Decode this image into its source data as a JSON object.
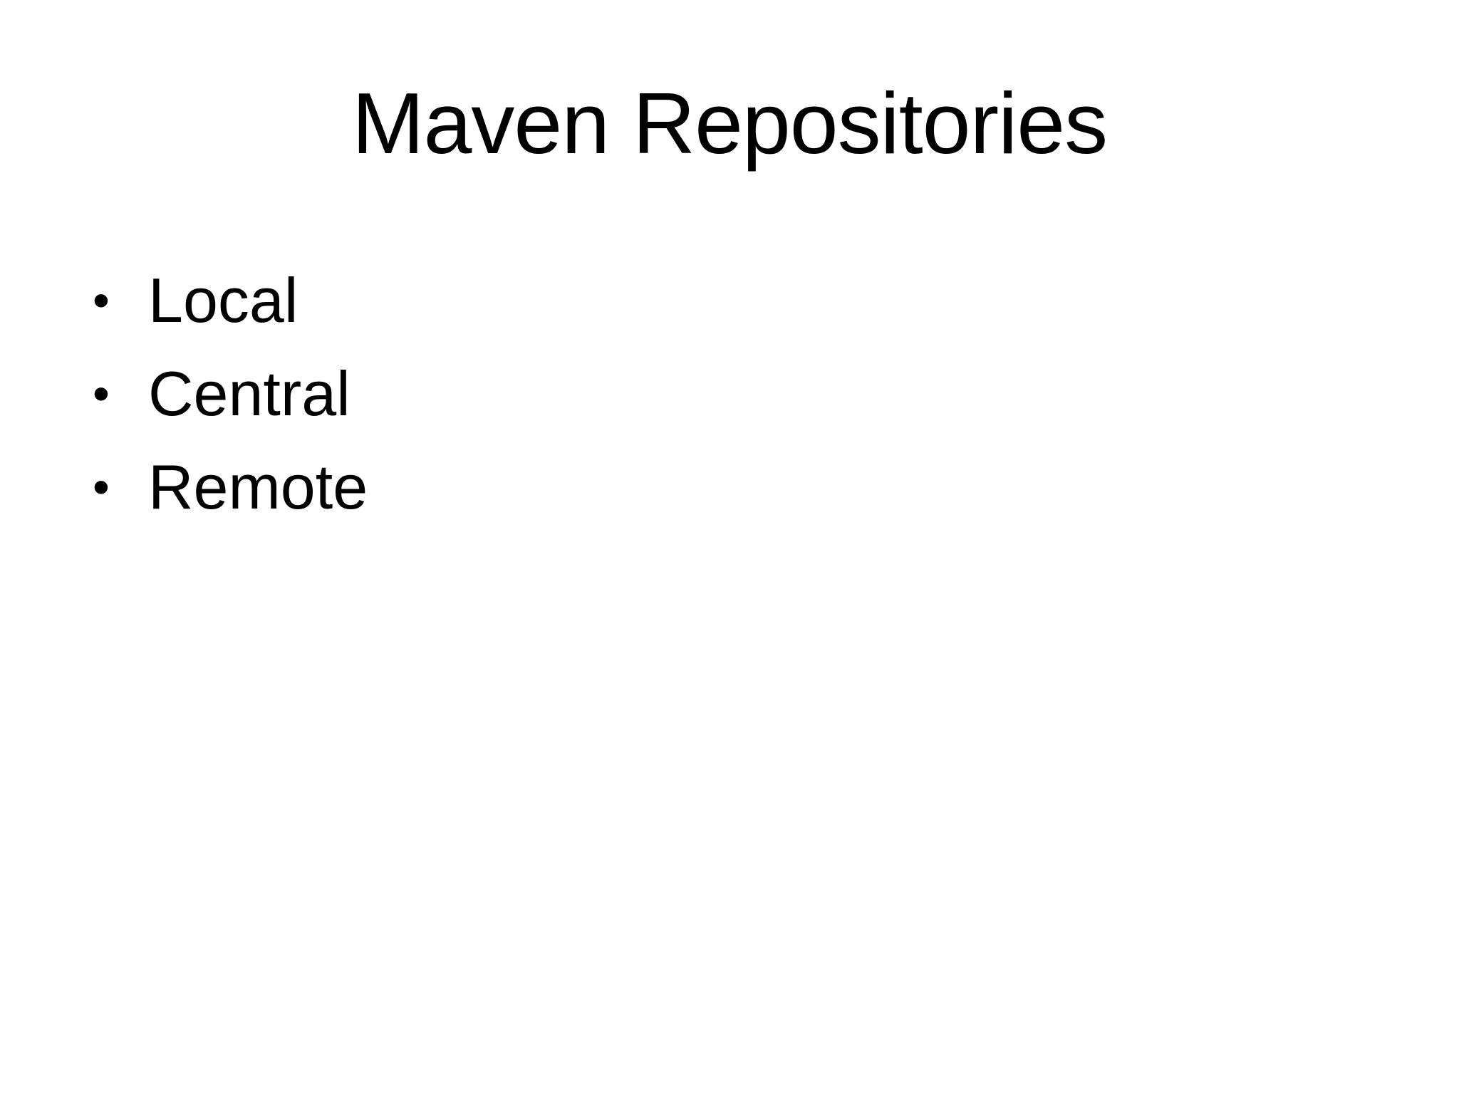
{
  "slide": {
    "title": "Maven Repositories",
    "bullet_glyph": "•",
    "bullets": [
      "Local",
      "Central",
      "Remote"
    ],
    "colors": {
      "background": "#ffffff",
      "text": "#000000"
    }
  }
}
